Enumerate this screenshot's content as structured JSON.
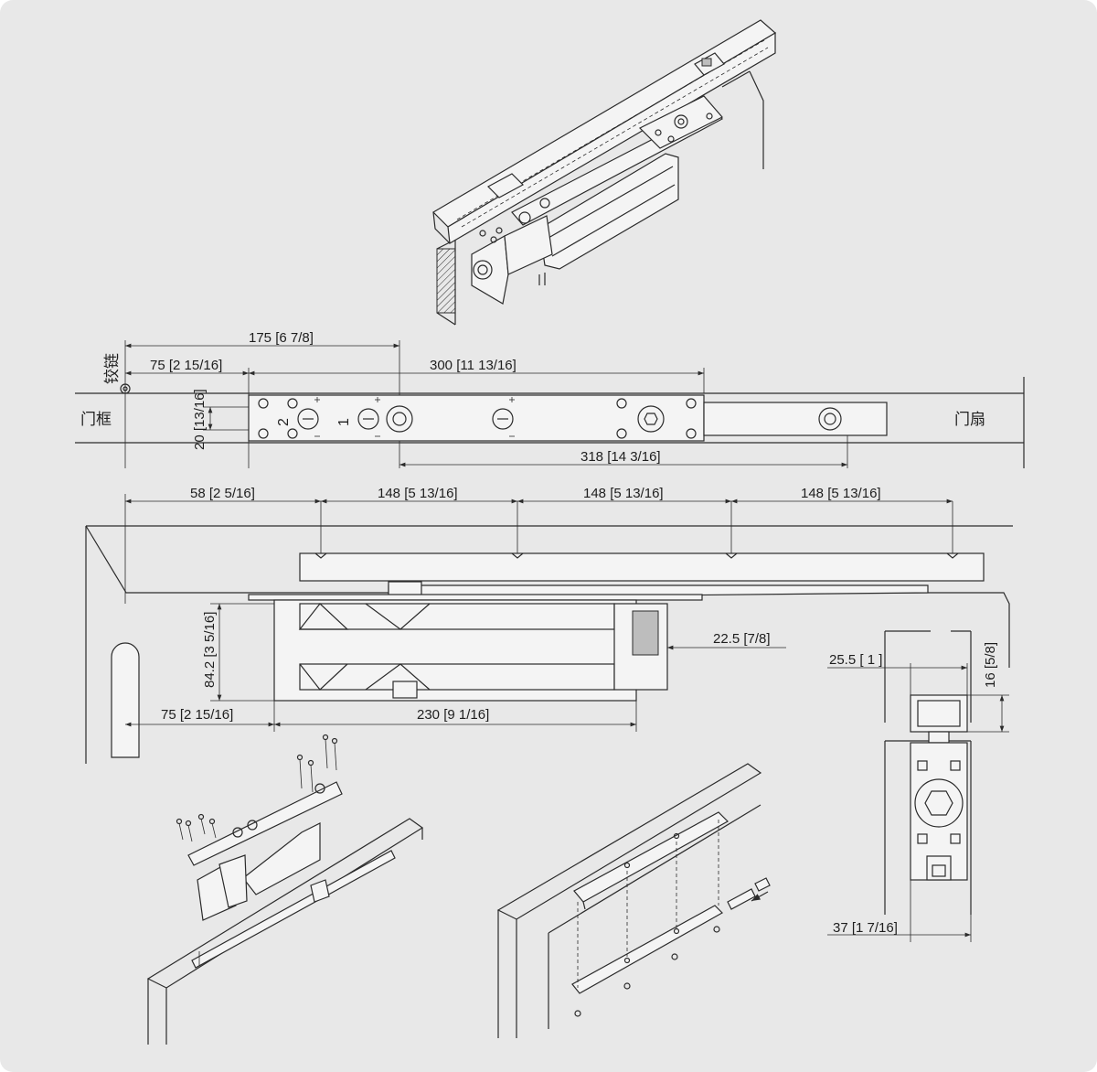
{
  "colors": {
    "background": "#e8e8e8",
    "line": "#2b2b2b",
    "fill": "#f4f4f4"
  },
  "labels": {
    "hinge": "铰链",
    "door_frame": "门框",
    "door_leaf": "门扇",
    "position_1": "1",
    "position_2": "2"
  },
  "dimensions": {
    "d175": "175 [6 7/8]",
    "d75_top": "75 [2 15/16]",
    "d300": "300 [11 13/16]",
    "d20": "20 [13/16]",
    "d318": "318 [14 3/16]",
    "d58": "58 [2 5/16]",
    "d148_a": "148 [5 13/16]",
    "d148_b": "148 [5 13/16]",
    "d148_c": "148 [5 13/16]",
    "d84": "84.2 [3 5/16]",
    "d22": "22.5 [7/8]",
    "d75_bottom": "75 [2 15/16]",
    "d230": "230 [9 1/16]",
    "d25": "25.5 [ 1 ]",
    "d16": "16 [5/8]",
    "d37": "37 [1 7/16]"
  }
}
